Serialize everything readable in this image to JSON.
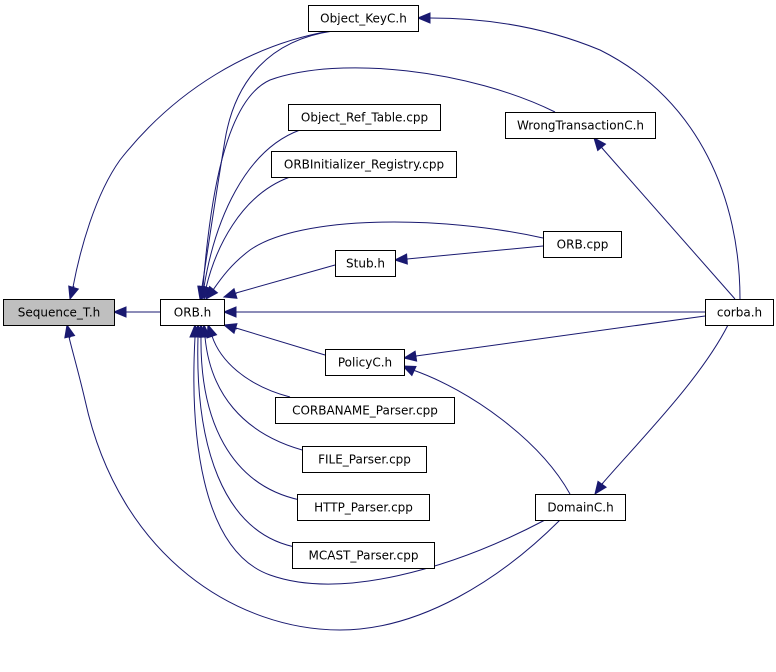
{
  "graph": {
    "nodes": [
      {
        "id": "sequence_t",
        "label": "Sequence_T.h",
        "highlighted": true
      },
      {
        "id": "orb_h",
        "label": "ORB.h"
      },
      {
        "id": "object_keyc",
        "label": "Object_KeyC.h"
      },
      {
        "id": "object_ref_table",
        "label": "Object_Ref_Table.cpp"
      },
      {
        "id": "orbinitializer_registry",
        "label": "ORBInitializer_Registry.cpp"
      },
      {
        "id": "wrongtransactionc",
        "label": "WrongTransactionC.h",
        "truncated": true
      },
      {
        "id": "orb_cpp",
        "label": "ORB.cpp"
      },
      {
        "id": "stub_h",
        "label": "Stub.h",
        "truncated": true
      },
      {
        "id": "corba_h",
        "label": "corba.h"
      },
      {
        "id": "policyc",
        "label": "PolicyC.h",
        "truncated": true
      },
      {
        "id": "corbaname_parser",
        "label": "CORBANAME_Parser.cpp"
      },
      {
        "id": "file_parser",
        "label": "FILE_Parser.cpp"
      },
      {
        "id": "http_parser",
        "label": "HTTP_Parser.cpp"
      },
      {
        "id": "mcast_parser",
        "label": "MCAST_Parser.cpp"
      },
      {
        "id": "domainc",
        "label": "DomainC.h"
      }
    ],
    "edges": [
      {
        "from": "orb_h",
        "to": "sequence_t"
      },
      {
        "from": "object_keyc",
        "to": "sequence_t"
      },
      {
        "from": "domainc",
        "to": "sequence_t"
      },
      {
        "from": "object_keyc",
        "to": "orb_h"
      },
      {
        "from": "wrongtransactionc",
        "to": "orb_h"
      },
      {
        "from": "object_ref_table",
        "to": "orb_h"
      },
      {
        "from": "orbinitializer_registry",
        "to": "orb_h"
      },
      {
        "from": "orb_cpp",
        "to": "orb_h"
      },
      {
        "from": "stub_h",
        "to": "orb_h"
      },
      {
        "from": "corba_h",
        "to": "orb_h"
      },
      {
        "from": "policyc",
        "to": "orb_h"
      },
      {
        "from": "corbaname_parser",
        "to": "orb_h"
      },
      {
        "from": "file_parser",
        "to": "orb_h"
      },
      {
        "from": "http_parser",
        "to": "orb_h"
      },
      {
        "from": "mcast_parser",
        "to": "orb_h"
      },
      {
        "from": "domainc",
        "to": "orb_h"
      },
      {
        "from": "corba_h",
        "to": "object_keyc"
      },
      {
        "from": "corba_h",
        "to": "wrongtransactionc"
      },
      {
        "from": "orb_cpp",
        "to": "stub_h"
      },
      {
        "from": "corba_h",
        "to": "policyc"
      },
      {
        "from": "domainc",
        "to": "policyc"
      },
      {
        "from": "corba_h",
        "to": "domainc"
      }
    ],
    "colors": {
      "edge": "#191970",
      "node_border": "#000000",
      "truncated_border": "#ff0000",
      "highlight_fill": "#bfbfbf",
      "node_fill": "#ffffff"
    }
  }
}
